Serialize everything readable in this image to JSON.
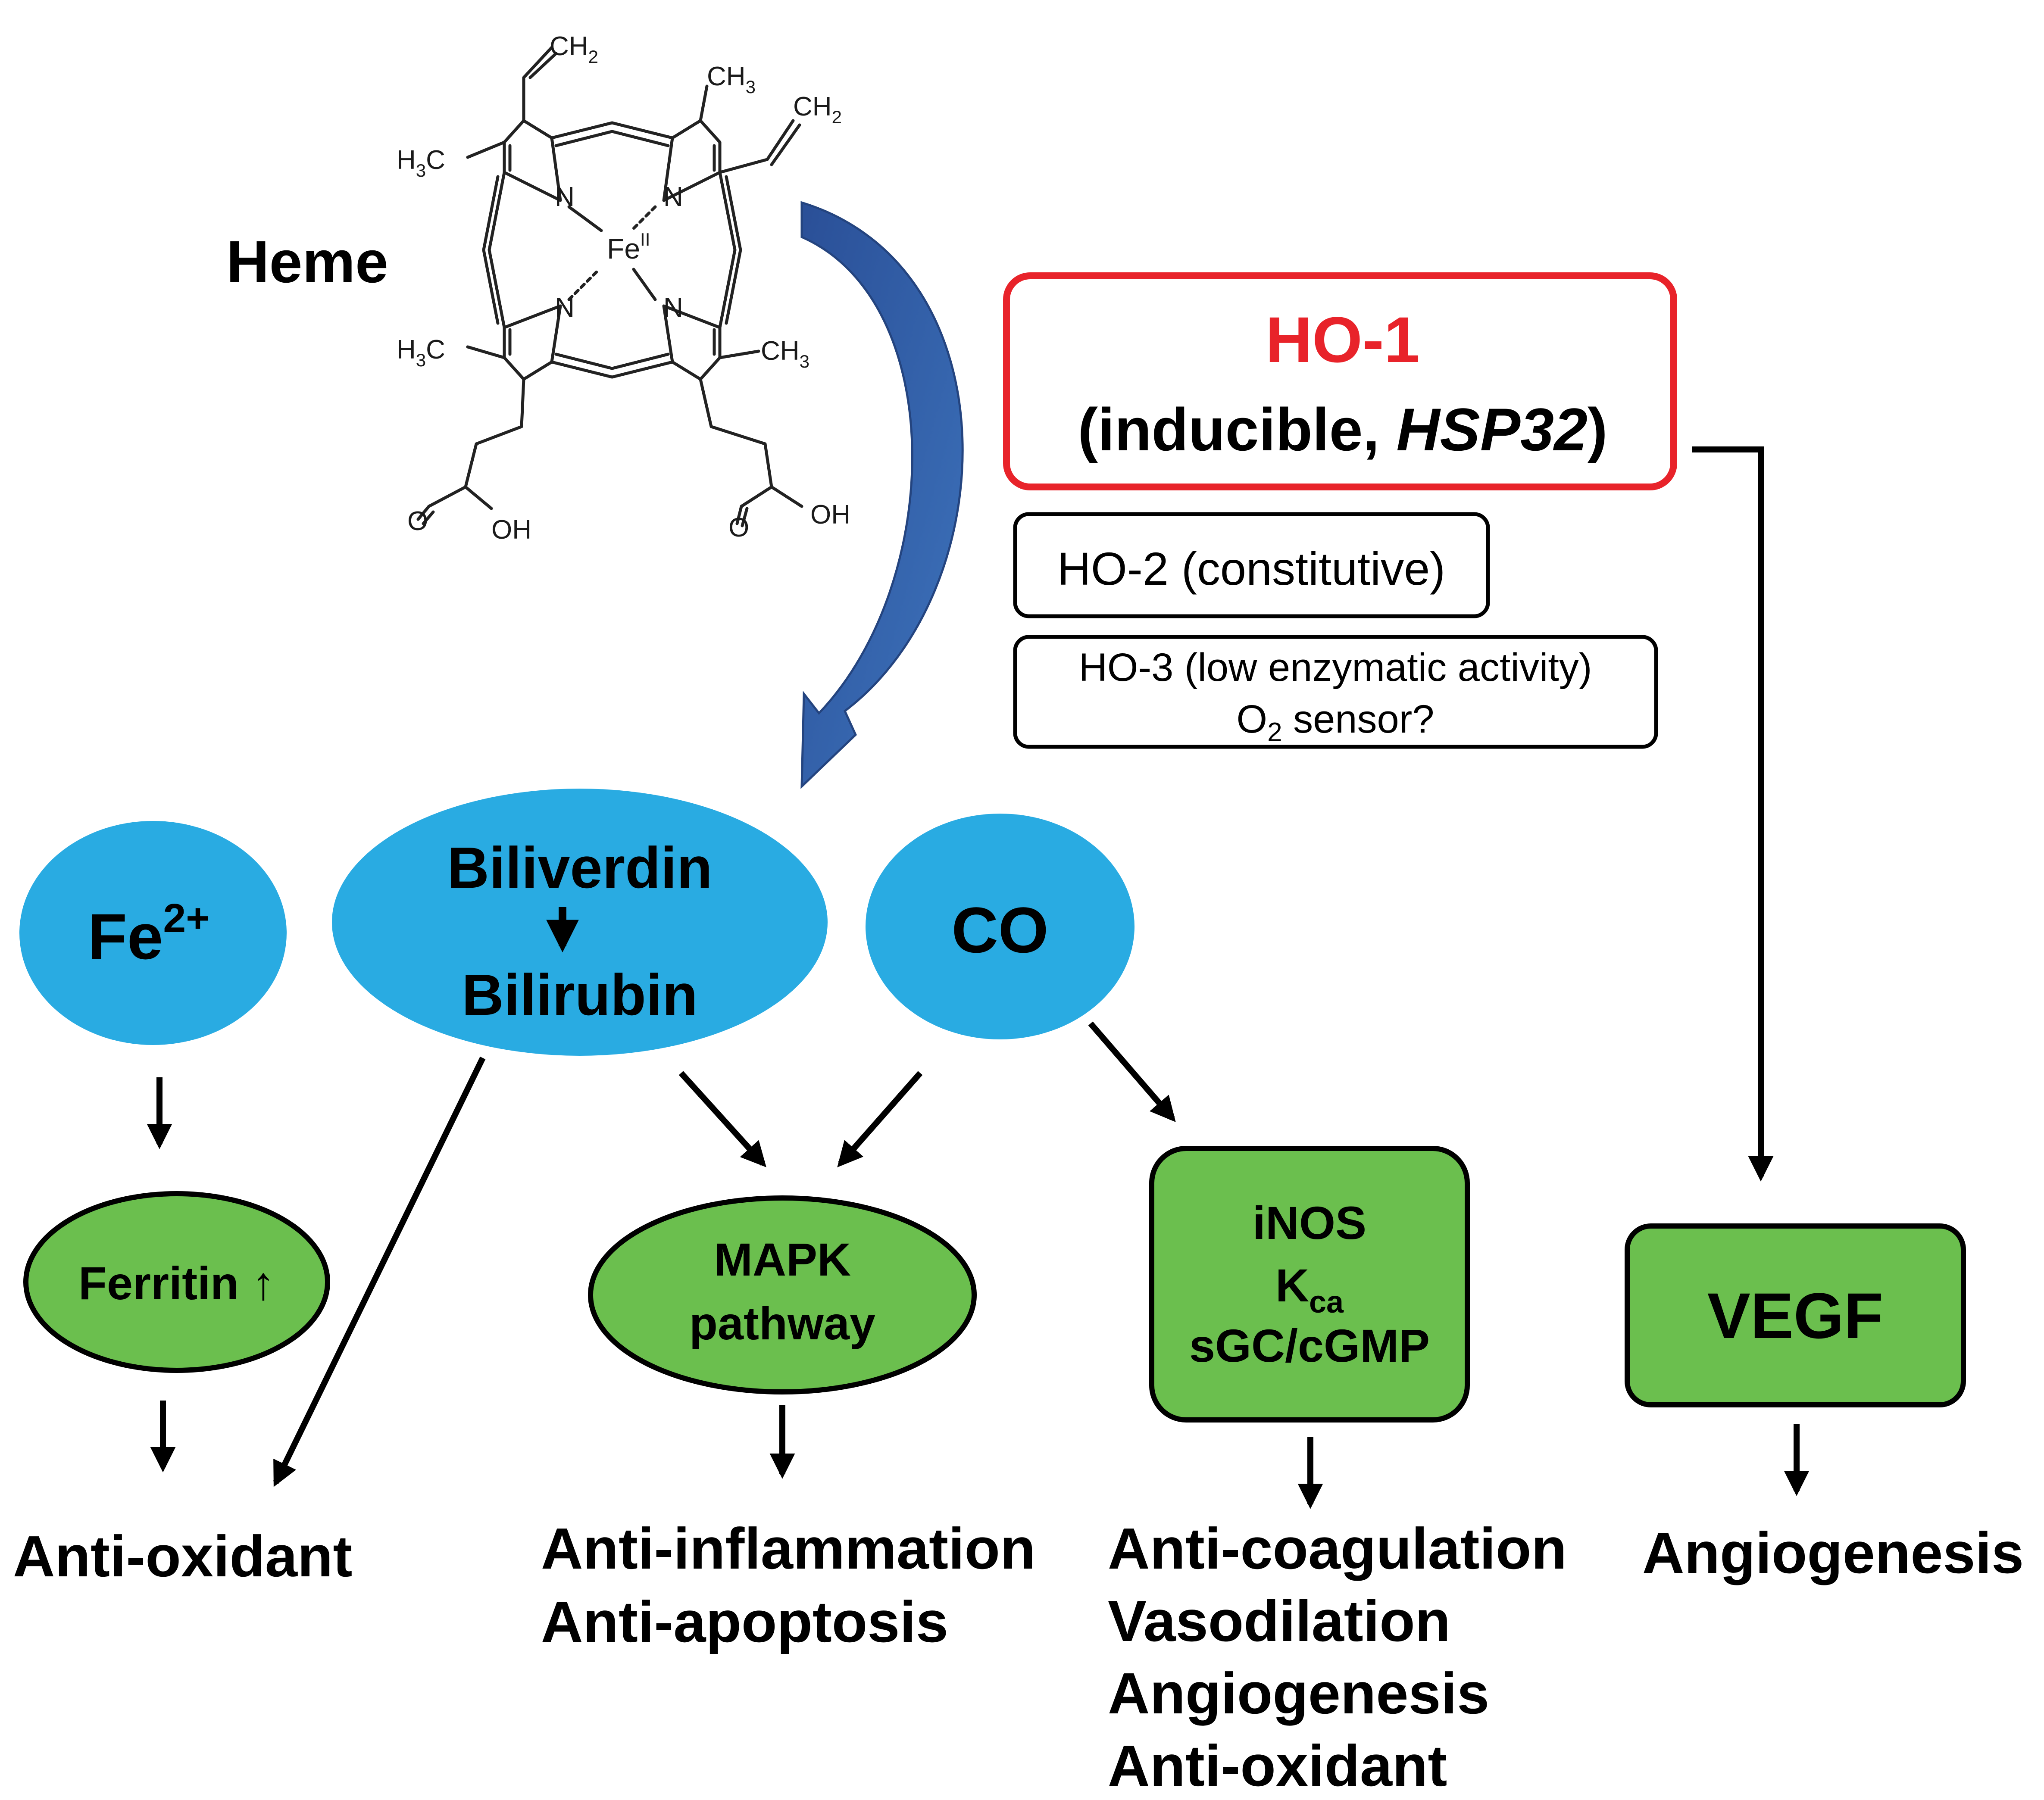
{
  "heme": {
    "label": "Heme",
    "atoms": {
      "n": "N",
      "fe": "Fe",
      "fe_ox": "II",
      "ch2": "CH",
      "ch3": "CH",
      "h3c_h": "H",
      "h3c_c": "C",
      "sub2": "2",
      "sub3": "3",
      "o": "O",
      "oh": "OH"
    }
  },
  "ho1": {
    "title": "HO-1",
    "open": "(inducible, ",
    "italic": "HSP32",
    "close": ")"
  },
  "ho2": {
    "label": "HO-2 (constitutive)"
  },
  "ho3": {
    "line1": "HO-3 (low enzymatic activity)",
    "line2_pre": "O",
    "line2_sub": "2",
    "line2_post": " sensor?"
  },
  "products": {
    "fe": {
      "base": "Fe",
      "sup": "2+"
    },
    "bili": {
      "top": "Biliverdin",
      "bottom": "Bilirubin"
    },
    "co": {
      "label": "CO"
    }
  },
  "mediators": {
    "ferritin": {
      "label": "Ferritin ↑"
    },
    "mapk": {
      "line1": "MAPK",
      "line2": "pathway"
    },
    "inos": {
      "line1": "iNOS",
      "k": "K",
      "k_sub": "ca",
      "line3": "sGC/cGMP"
    },
    "vegf": {
      "label": "VEGF"
    }
  },
  "outcomes": {
    "antioxidant": "Anti-oxidant",
    "mapk": [
      "Anti-inflammation",
      "Anti-apoptosis"
    ],
    "inos": [
      "Anti-coagulation",
      "Vasodilation",
      "Angiogenesis",
      "Anti-oxidant"
    ],
    "vegf": "Angiogenesis"
  },
  "colors": {
    "product_fill": "#29ABE2",
    "mediator_fill": "#6BBF4E",
    "ho1_border": "#E8232A",
    "ho1_text": "#E8232A",
    "curved_arrow": "#2E5FA8"
  }
}
